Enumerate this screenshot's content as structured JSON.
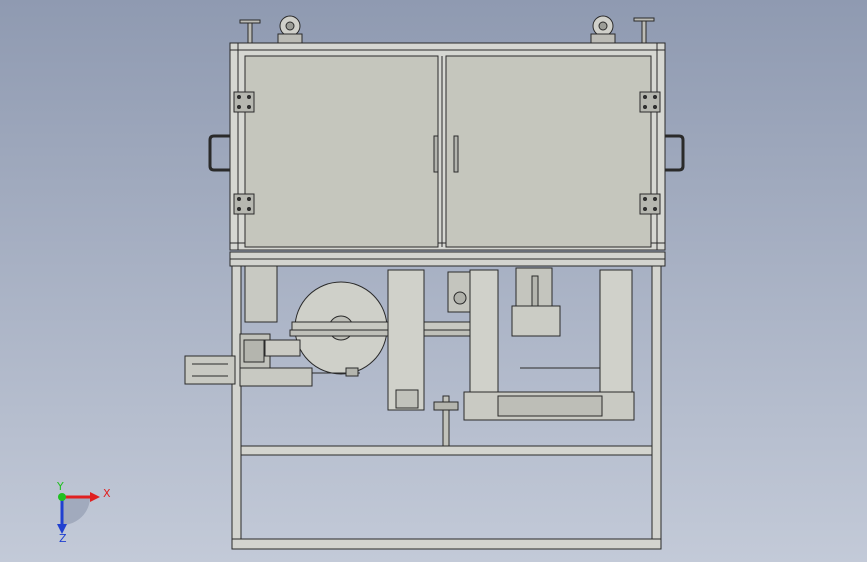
{
  "viewport": {
    "background_top": "#8f9ab1",
    "background_bottom": "#c3cad8"
  },
  "model": {
    "line_color": "#2a2a2a",
    "panel_fill": "#c5c6bd",
    "frame_fill": "#d6d7d2",
    "shadow_fill": "#9c9d97"
  },
  "triad": {
    "x_label": "X",
    "y_label": "Y",
    "z_label": "Z",
    "x_color": "#e02020",
    "y_color": "#20c020",
    "z_color": "#2040d0"
  }
}
